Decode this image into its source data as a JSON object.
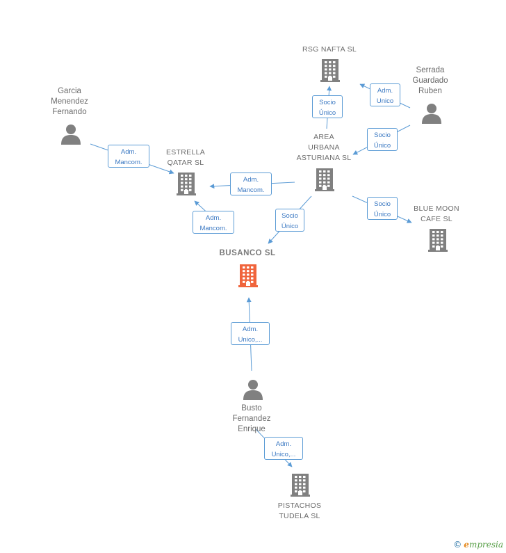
{
  "colors": {
    "edge": "#5b9bd5",
    "node": "#808080",
    "focus": "#f0643c",
    "badge_text": "#3a78c2"
  },
  "nodes": [
    {
      "id": "rsg",
      "type": "company",
      "label": "RSG NAFTA  SL",
      "icon": "building-icon"
    },
    {
      "id": "serrada",
      "type": "person",
      "label": "Serrada\nGuardado\nRuben",
      "icon": "person-icon"
    },
    {
      "id": "garcia",
      "type": "person",
      "label": "Garcia\nMenendez\nFernando",
      "icon": "person-icon"
    },
    {
      "id": "estrella",
      "type": "company",
      "label": "ESTRELLA\nQATAR SL",
      "icon": "building-icon"
    },
    {
      "id": "area",
      "type": "company",
      "label": "AREA\nURBANA\nASTURIANA  SL",
      "icon": "building-icon"
    },
    {
      "id": "bluemoon",
      "type": "company",
      "label": "BLUE MOON\nCAFE SL",
      "icon": "building-icon"
    },
    {
      "id": "busanco",
      "type": "focus",
      "label": "BUSANCO  SL",
      "icon": "building-icon"
    },
    {
      "id": "busto",
      "type": "person",
      "label": "Busto\nFernandez\nEnrique",
      "icon": "person-icon"
    },
    {
      "id": "pistachos",
      "type": "company",
      "label": "PISTACHOS\nTUDELA  SL",
      "icon": "building-icon"
    }
  ],
  "edges": [
    {
      "from": "area",
      "to": "rsg",
      "label": "Socio\nÚnico"
    },
    {
      "from": "serrada",
      "to": "rsg",
      "label": "Adm.\nUnico"
    },
    {
      "from": "serrada",
      "to": "area",
      "label": "Socio\nÚnico"
    },
    {
      "from": "garcia",
      "to": "estrella",
      "label": "Adm.\nMancom."
    },
    {
      "from": "area",
      "to": "estrella",
      "label": "Adm.\nMancom."
    },
    {
      "from": "busanco",
      "to": "estrella",
      "label": "Adm.\nMancom."
    },
    {
      "from": "area",
      "to": "busanco",
      "label": "Socio\nÚnico"
    },
    {
      "from": "area",
      "to": "bluemoon",
      "label": "Socio\nÚnico"
    },
    {
      "from": "busto",
      "to": "busanco",
      "label": "Adm.\nUnico,..."
    },
    {
      "from": "busto",
      "to": "pistachos",
      "label": "Adm.\nUnico,..."
    }
  ],
  "brand": {
    "copyright": "©",
    "name_first": "e",
    "name_rest": "mpresia"
  }
}
